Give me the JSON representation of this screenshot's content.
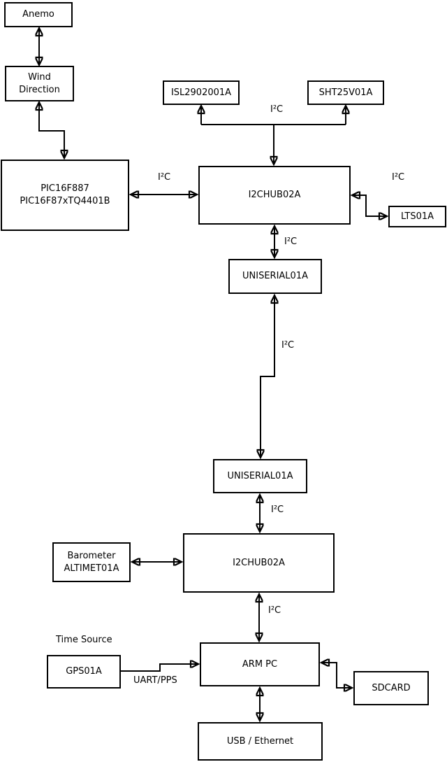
{
  "diagram": {
    "nodes": {
      "anemo": {
        "label": "Anemo"
      },
      "wind_direction": {
        "lines": [
          "Wind",
          "Direction"
        ]
      },
      "pic": {
        "lines": [
          "PIC16F887",
          "PIC16F87xTQ4401B"
        ]
      },
      "isl": {
        "label": "ISL2902001A"
      },
      "sht": {
        "label": "SHT25V01A"
      },
      "i2chub_top": {
        "label": "I2CHUB02A"
      },
      "lts": {
        "label": "LTS01A"
      },
      "uniserial_top": {
        "label": "UNISERIAL01A"
      },
      "uniserial_bottom": {
        "label": "UNISERIAL01A"
      },
      "i2chub_bottom": {
        "label": "I2CHUB02A"
      },
      "barometer": {
        "lines": [
          "Barometer",
          "ALTIMET01A"
        ]
      },
      "arm_pc": {
        "label": "ARM PC"
      },
      "gps": {
        "label": "GPS01A"
      },
      "sdcard": {
        "label": "SDCARD"
      },
      "usb_ethernet": {
        "label": "USB / Ethernet"
      }
    },
    "edge_labels": {
      "i2c_pic_hub": "I²C",
      "i2c_hub_sensors": "I²C",
      "i2c_hub_lts": "I²C",
      "i2c_hub_uniserial": "I²C",
      "i2c_uniserial_link": "I²C",
      "i2c_uniserial_hub2": "I²C",
      "i2c_hub2_arm": "I²C",
      "time_source": "Time Source",
      "uart_pps": "UART/PPS"
    },
    "colors": {
      "line": "#000000",
      "box_border": "#000000",
      "box_fill": "#ffffff",
      "background": "#ffffff"
    }
  }
}
